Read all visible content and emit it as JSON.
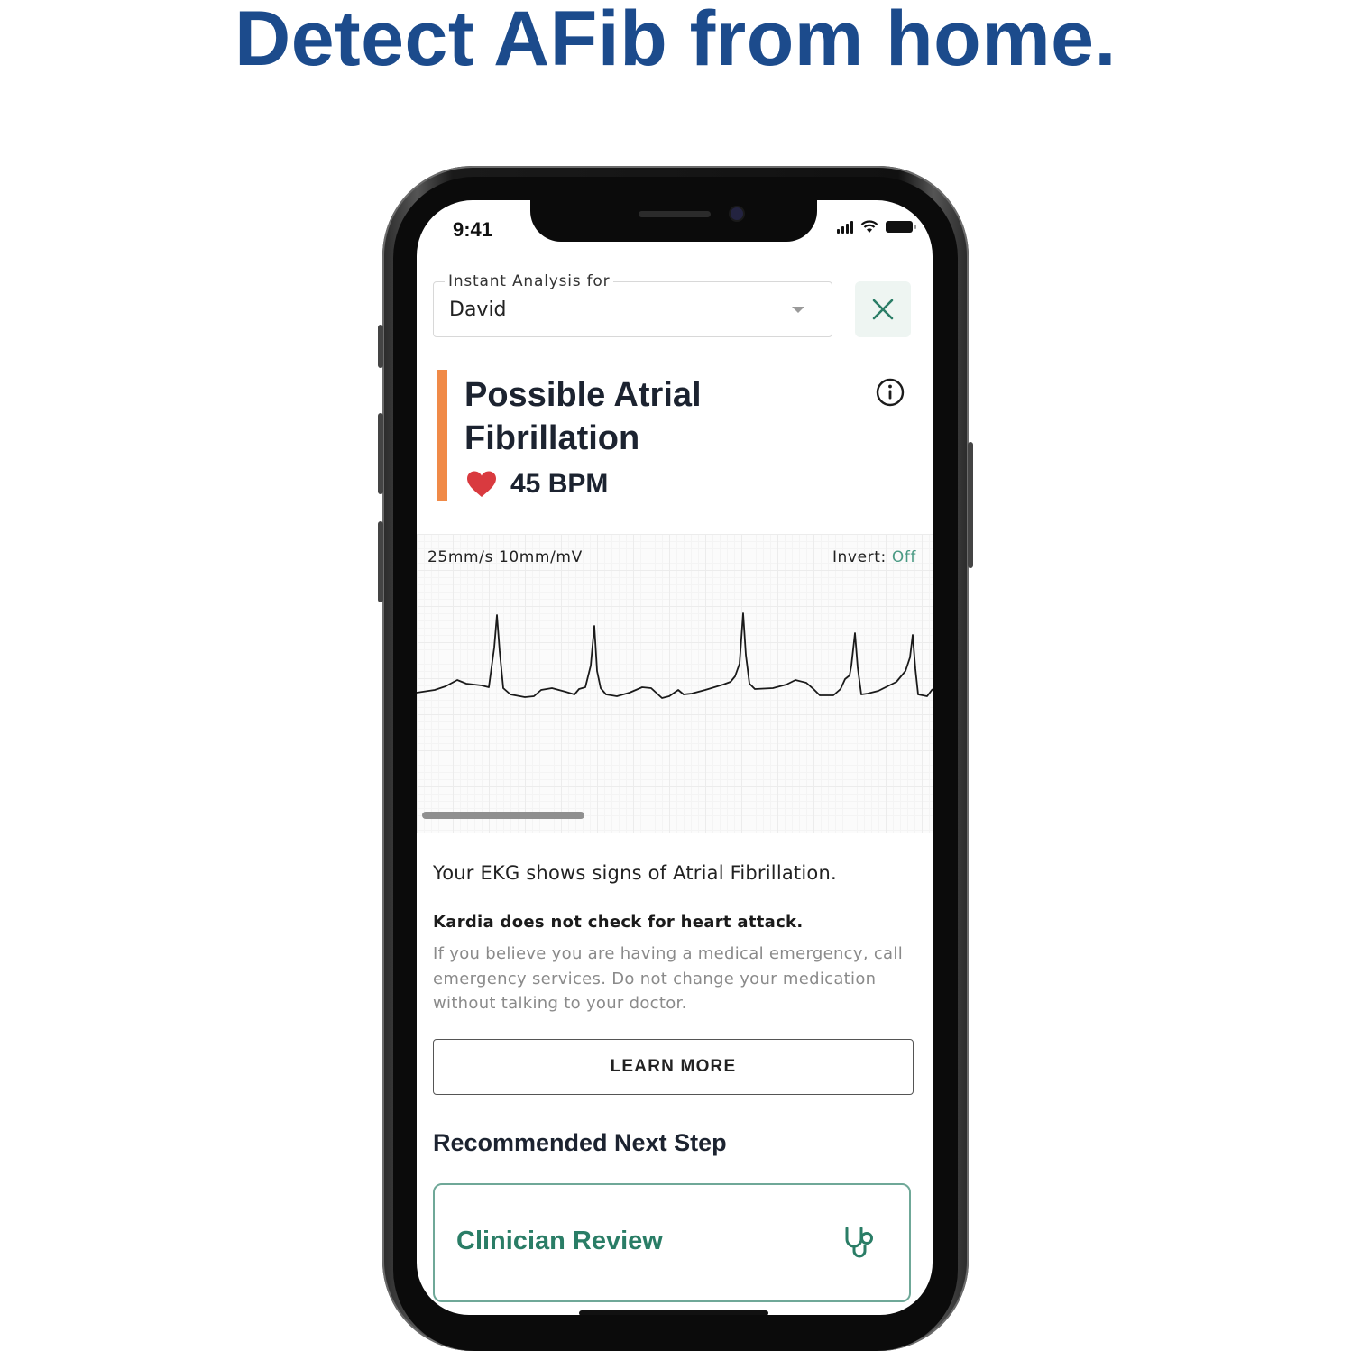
{
  "headline": "Detect AFib from home.",
  "colors": {
    "headline": "#1c4b8c",
    "accent_bar": "#f08a48",
    "heart": "#d93a3f",
    "teal": "#2a7d66",
    "invert_off": "#4a9a84"
  },
  "status_bar": {
    "time": "9:41",
    "icons": [
      "signal-icon",
      "wifi-icon",
      "battery-icon"
    ]
  },
  "analysis_select": {
    "label": "Instant Analysis for",
    "value": "David"
  },
  "close_button": {
    "icon": "close-icon"
  },
  "result": {
    "title": "Possible Atrial Fibrillation",
    "heart_rate": "45 BPM",
    "info_icon": "info-icon"
  },
  "ekg": {
    "scale": "25mm/s  10mm/mV",
    "invert_label": "Invert:",
    "invert_value": "Off"
  },
  "summary": "Your EKG shows signs of Atrial Fibrillation.",
  "warning": {
    "title": "Kardia does not check for heart attack.",
    "body": "If you believe you are having a medical emergency, call emergency services. Do not change your medication without talking to your doctor."
  },
  "learn_more_label": "LEARN MORE",
  "next_step": {
    "title": "Recommended Next Step",
    "card_label": "Clinician Review",
    "card_icon": "stethoscope-icon"
  }
}
